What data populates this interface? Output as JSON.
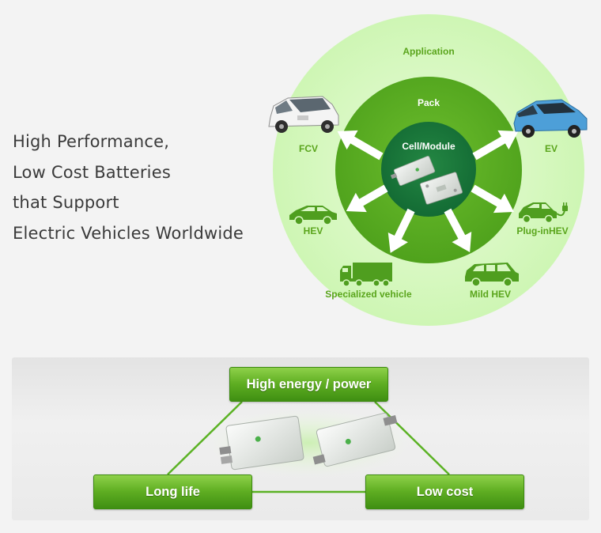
{
  "headline": {
    "lines": [
      "High Performance,",
      "Low Cost Batteries",
      "that Support",
      "Electric Vehicles Worldwide"
    ]
  },
  "diagram": {
    "rings": {
      "outer": "Application",
      "middle": "Pack",
      "inner": "Cell/Module"
    },
    "applications": {
      "fcv": "FCV",
      "ev": "EV",
      "hev": "HEV",
      "plugin_hev": "Plug-inHEV",
      "specialized": "Specialized vehicle",
      "mild_hev": "Mild HEV"
    }
  },
  "features": {
    "top": "High energy / power",
    "left": "Long life",
    "right": "Low cost"
  },
  "colors": {
    "outer_ring": "#d4f8bd",
    "pack_ring": "#57ad23",
    "cell_ring": "#1b7a3c",
    "label_green": "#5aa51c",
    "button_green": "#5fae22"
  }
}
